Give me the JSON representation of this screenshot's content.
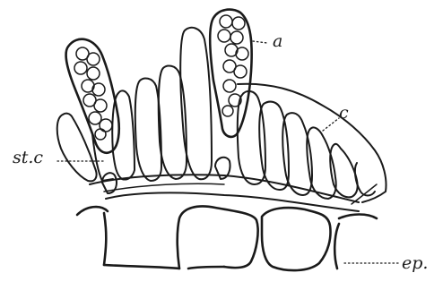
{
  "figure": {
    "labels": {
      "ascus": "a",
      "stroma_cell": "st.c",
      "cell": "c",
      "epidermis": "ep."
    },
    "ink_color": "#1a1a1a",
    "paper_color": "#ffffff"
  }
}
